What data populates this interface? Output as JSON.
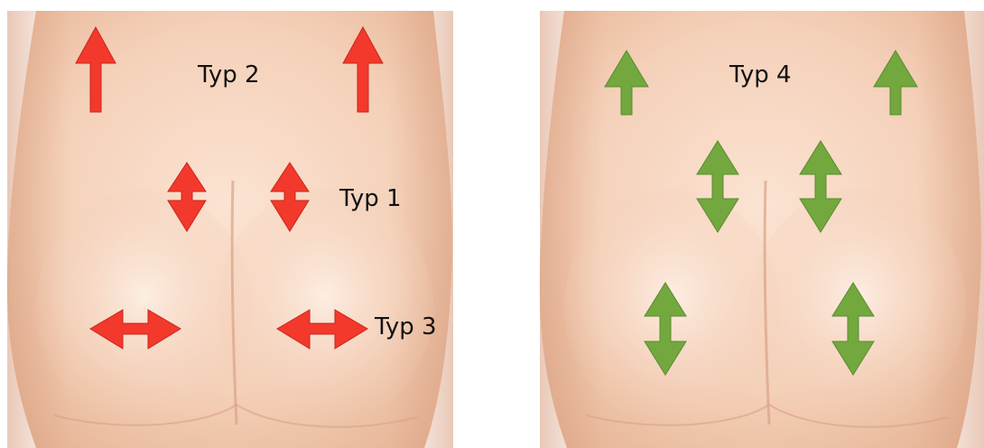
{
  "panels": [
    {
      "id": "left",
      "arrow_color": "#f2392c",
      "labels": {
        "type2": "Typ 2",
        "type1": "Typ 1",
        "type3": "Typ 3"
      }
    },
    {
      "id": "right",
      "arrow_color": "#72a83e",
      "labels": {
        "type4": "Typ 4"
      }
    }
  ],
  "skin_colors": {
    "base": "#f6d6c0",
    "shade": "#e9bb9f",
    "edge": "#d9a082",
    "highlight": "#fbe6d7"
  }
}
